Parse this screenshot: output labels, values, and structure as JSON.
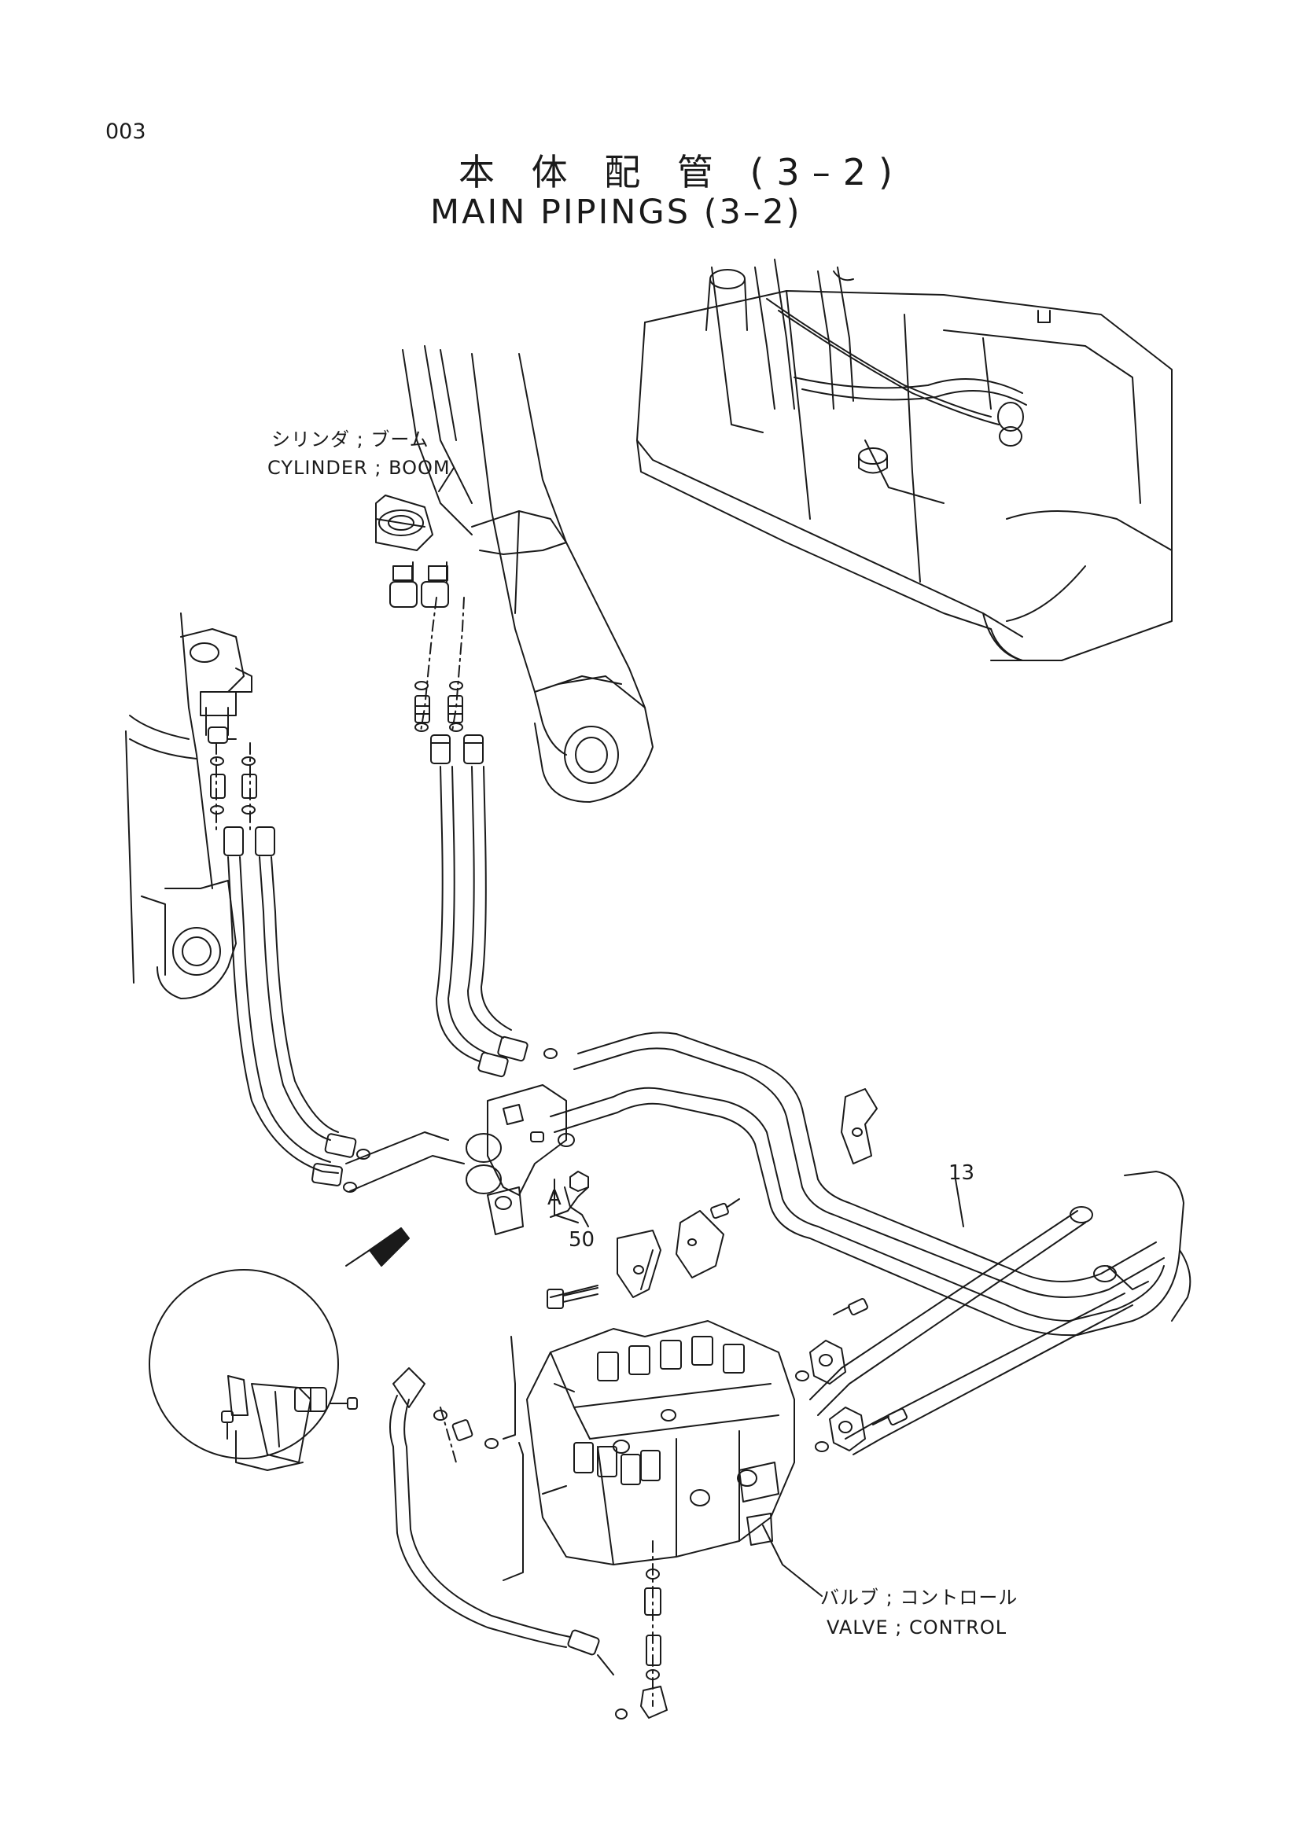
{
  "header": {
    "page_number": "003",
    "title_jp": "本 体 配 管 (3–2)",
    "title_en": "MAIN  PIPINGS (3–2)"
  },
  "labels": {
    "cylinder_jp": "シリンダ ; ブーム",
    "cylinder_en": "CYLINDER ; BOOM",
    "valve_jp": "バルブ ; コントロール",
    "valve_en": "VALVE ; CONTROL",
    "callout_13": "13",
    "callout_50": "50",
    "view_a": "A"
  },
  "colors": {
    "ink": "#1a1a1a",
    "paper": "#ffffff"
  }
}
